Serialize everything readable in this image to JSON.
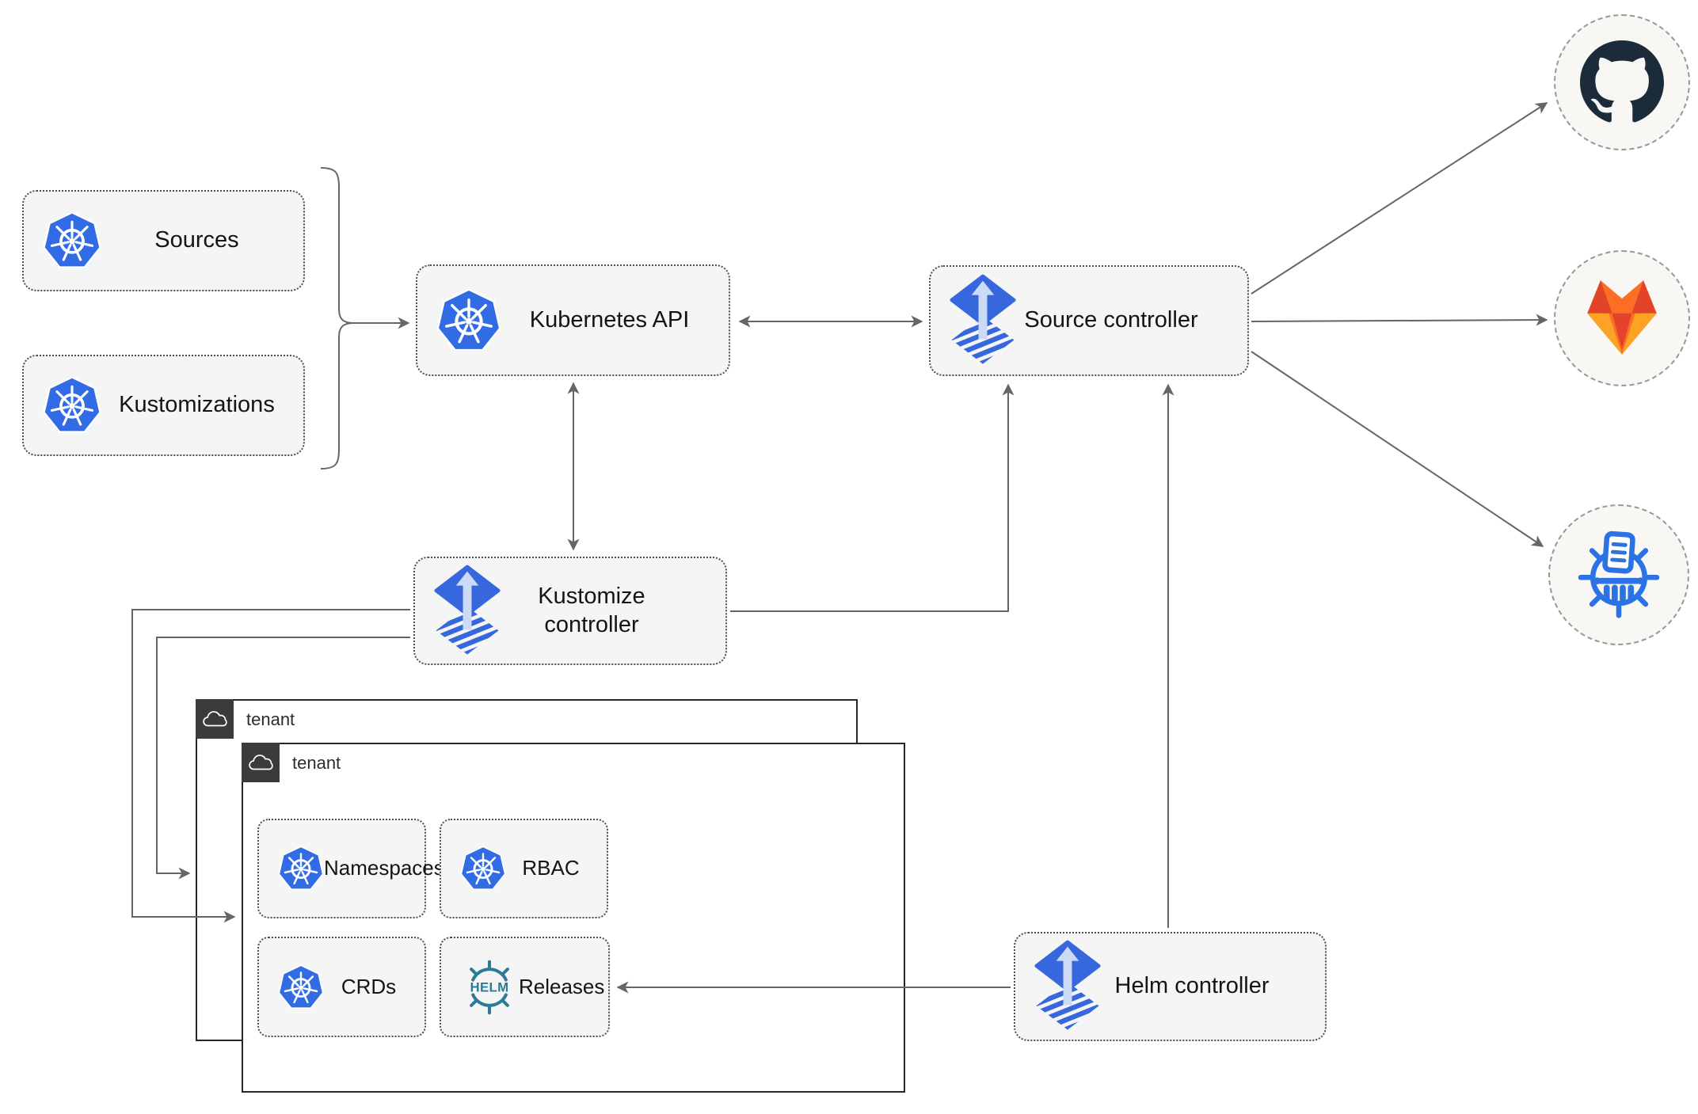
{
  "diagram": {
    "nodes": {
      "sources": {
        "label": "Sources"
      },
      "kustomizations": {
        "label": "Kustomizations"
      },
      "kubernetes_api": {
        "label": "Kubernetes API"
      },
      "source_controller": {
        "label": "Source controller"
      },
      "kustomize_controller": {
        "label": "Kustomize controller"
      },
      "helm_controller": {
        "label": "Helm controller"
      },
      "namespaces": {
        "label": "Namespaces"
      },
      "rbac": {
        "label": "RBAC"
      },
      "crds": {
        "label": "CRDs"
      },
      "releases": {
        "label": "Releases",
        "icon_text": "HELM"
      }
    },
    "tenants": [
      {
        "label": "tenant"
      },
      {
        "label": "tenant"
      }
    ],
    "externals": [
      {
        "name": "github"
      },
      {
        "name": "gitlab"
      },
      {
        "name": "oci-registry"
      }
    ],
    "edges": [
      "sources+kustomizations -> kubernetes-api",
      "kubernetes-api <-> source-controller",
      "kubernetes-api <-> kustomize-controller",
      "kustomize-controller -> source-controller",
      "kustomize-controller -> tenant-front",
      "kustomize-controller -> tenant-back",
      "helm-controller -> source-controller",
      "helm-controller -> releases",
      "source-controller -> github",
      "source-controller -> gitlab",
      "source-controller -> oci-registry"
    ],
    "colors": {
      "kubernetes_blue": "#326ce5",
      "flux_blue": "#3767dd",
      "flux_arrow_light": "#ccdaf6",
      "helm_teal": "#2a7b97",
      "github_dark": "#1b2b3a",
      "gitlab_orange": "#fc6d26",
      "gitlab_red": "#e24329",
      "gitlab_yellow": "#fca326",
      "registry_blue": "#2b72e4",
      "box_fill": "#f5f5f5",
      "line_gray": "#666666"
    }
  }
}
